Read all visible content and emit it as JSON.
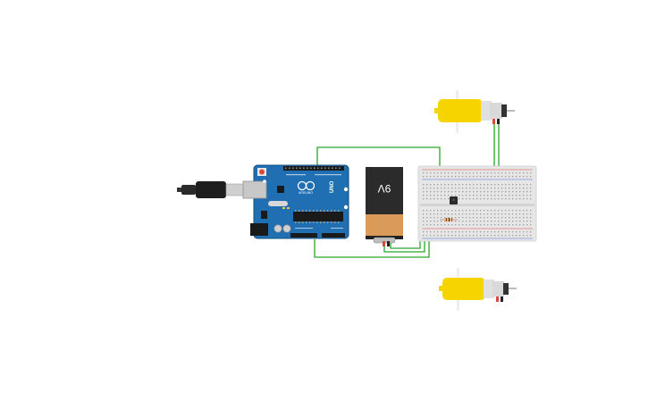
{
  "battery": {
    "label": "9V"
  },
  "arduino": {
    "brand_label": "ARDUINO",
    "model_label": "UNO"
  },
  "colors": {
    "wire": "#2aa52a",
    "board": "#1f6fb2",
    "battery_top": "#2b2b2b",
    "battery_bottom": "#d99a5a",
    "motor": "#f5d400",
    "breadboard": "#e6e6e6"
  },
  "icons": {
    "usb_cable": "usb-cable-icon",
    "motor": "dc-motor-icon"
  }
}
